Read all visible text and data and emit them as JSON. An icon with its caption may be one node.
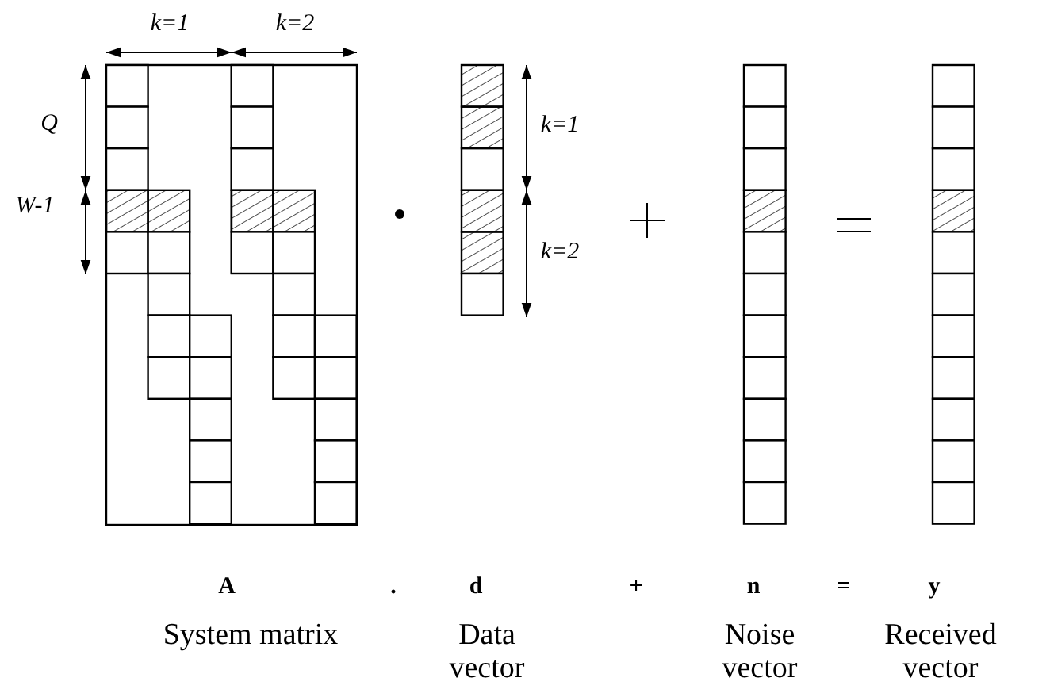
{
  "diagram": {
    "labels": [
      "k=1",
      "k=2",
      "Q",
      "k=1",
      "W-1",
      "k=2",
      "A",
      ".",
      "d",
      "+",
      "n",
      "=",
      "y",
      "System matrix",
      "Data vector",
      "Noise vector",
      "Received vector"
    ]
  }
}
